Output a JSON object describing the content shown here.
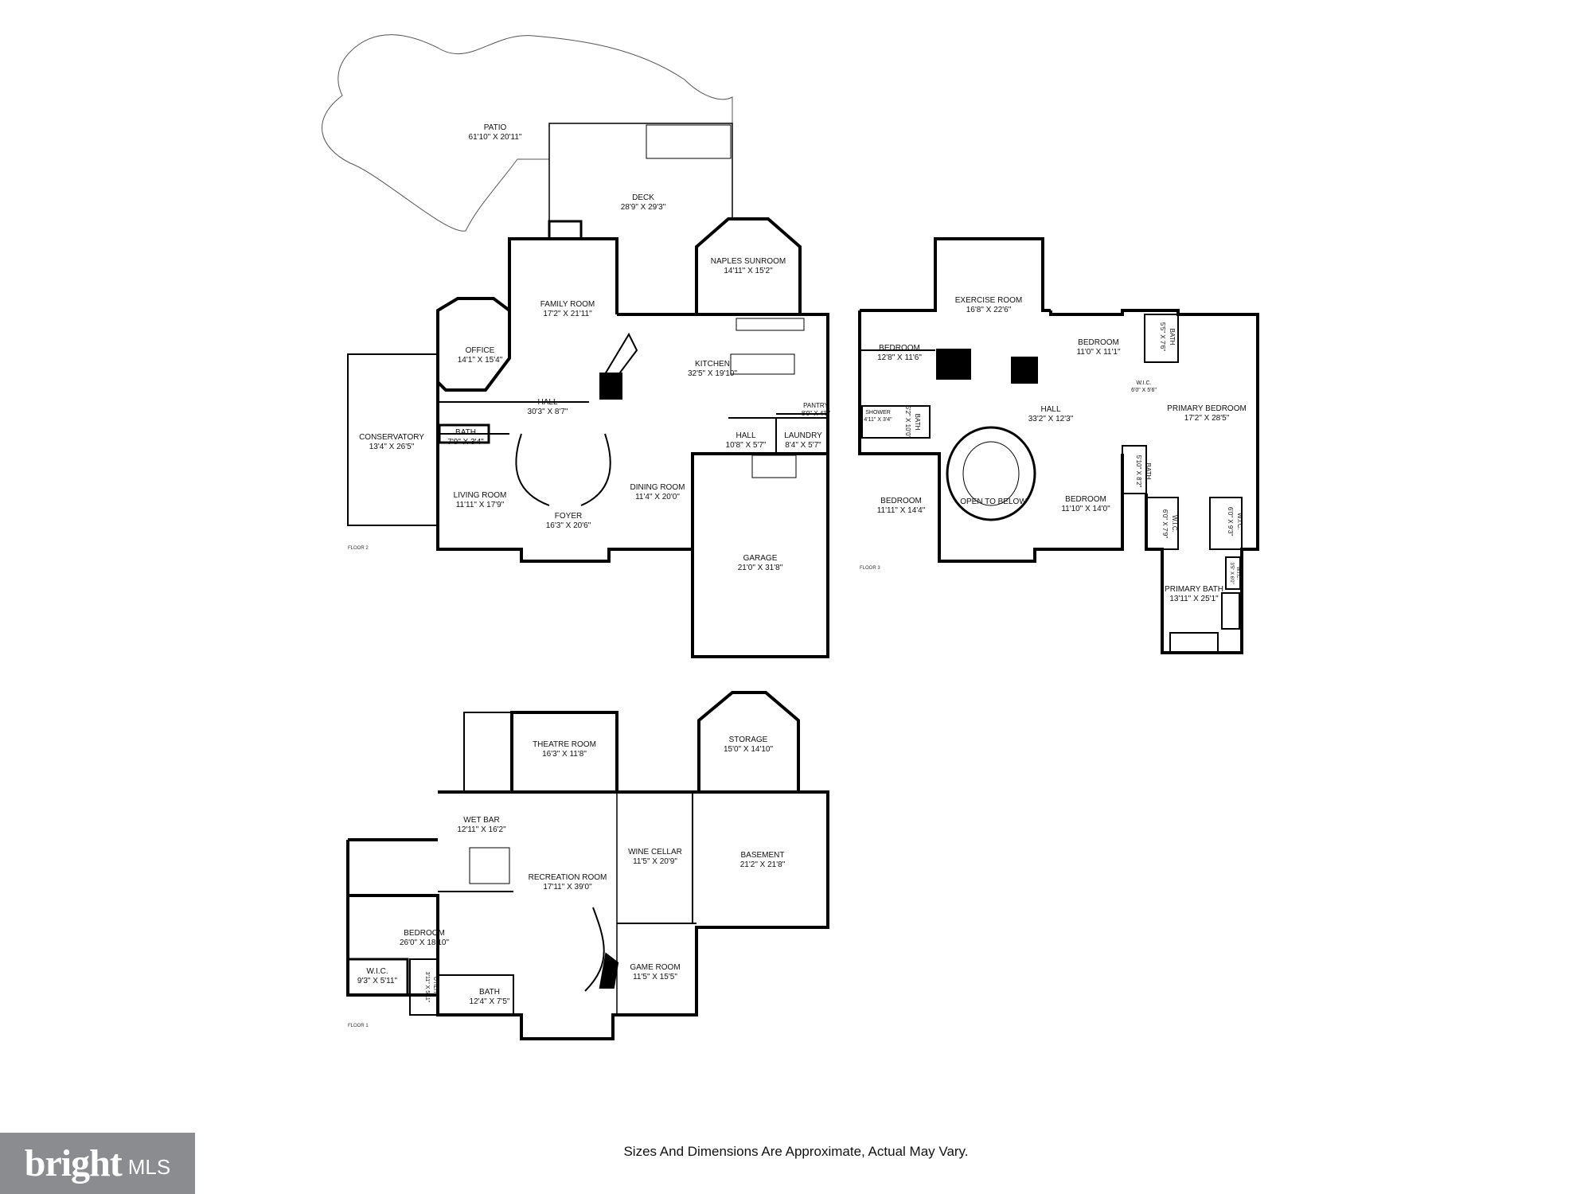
{
  "disclaimer": "Sizes And Dimensions Are Approximate, Actual May Vary.",
  "logo": {
    "word": "bright",
    "suffix": "MLS"
  },
  "floors": {
    "floor2": {
      "label": "FLOOR 2",
      "rooms": [
        {
          "name": "PATIO",
          "dim": "61'10\" X 20'11\""
        },
        {
          "name": "DECK",
          "dim": "28'9\" X 29'3\""
        },
        {
          "name": "NAPLES SUNROOM",
          "dim": "14'11\" X 15'2\""
        },
        {
          "name": "FAMILY ROOM",
          "dim": "17'2\" X 21'11\""
        },
        {
          "name": "OFFICE",
          "dim": "14'1\" X 15'4\""
        },
        {
          "name": "KITCHEN",
          "dim": "32'5\" X 19'10\""
        },
        {
          "name": "HALL",
          "dim": "30'3\" X 8'7\""
        },
        {
          "name": "PANTRY",
          "dim": "8'9\" X 4'5\""
        },
        {
          "name": "CONSERVATORY",
          "dim": "13'4\" X 26'5\""
        },
        {
          "name": "BATH",
          "dim": "7'9\" X 3'4\""
        },
        {
          "name": "HALL",
          "dim": "10'8\" X 5'7\""
        },
        {
          "name": "LAUNDRY",
          "dim": "8'4\" X 5'7\""
        },
        {
          "name": "LIVING ROOM",
          "dim": "11'11\" X 17'9\""
        },
        {
          "name": "DINING ROOM",
          "dim": "11'4\" X 20'0\""
        },
        {
          "name": "FOYER",
          "dim": "16'3\" X 20'6\""
        },
        {
          "name": "GARAGE",
          "dim": "21'0\" X 31'8\""
        }
      ]
    },
    "floor3": {
      "label": "FLOOR 3",
      "rooms": [
        {
          "name": "EXERCISE ROOM",
          "dim": "16'8\" X 22'6\""
        },
        {
          "name": "BEDROOM",
          "dim": "12'8\" X 11'6\""
        },
        {
          "name": "BEDROOM",
          "dim": "11'0\" X 11'1\""
        },
        {
          "name": "BATH",
          "dim": "5'5\" X 7'6\""
        },
        {
          "name": "W.I.C.",
          "dim": "6'0\" X 5'6\""
        },
        {
          "name": "PRIMARY BEDROOM",
          "dim": "17'2\" X 28'5\""
        },
        {
          "name": "SHOWER",
          "dim": "4'11\" X 3'4\""
        },
        {
          "name": "BATH",
          "dim": "5'2\" X 10'0\""
        },
        {
          "name": "HALL",
          "dim": "33'2\" X 12'3\""
        },
        {
          "name": "BATH",
          "dim": "5'10\" X 8'2\""
        },
        {
          "name": "BEDROOM",
          "dim": "11'11\" X 14'4\""
        },
        {
          "name": "OPEN TO BELOW",
          "dim": ""
        },
        {
          "name": "BEDROOM",
          "dim": "11'10\" X 14'0\""
        },
        {
          "name": "W.I.C.",
          "dim": "6'0\" X 7'9\""
        },
        {
          "name": "W.I.C.",
          "dim": "6'0\" X 9'3\""
        },
        {
          "name": "W.I.C.",
          "dim": "3'5\" X 6'0\""
        },
        {
          "name": "PRIMARY BATH",
          "dim": "13'11\" X 25'1\""
        }
      ]
    },
    "floor1": {
      "label": "FLOOR 1",
      "rooms": [
        {
          "name": "THEATRE ROOM",
          "dim": "16'3\" X 11'8\""
        },
        {
          "name": "STORAGE",
          "dim": "15'0\" X 14'10\""
        },
        {
          "name": "WET BAR",
          "dim": "12'11\" X 16'2\""
        },
        {
          "name": "WINE CELLAR",
          "dim": "11'5\" X 20'9\""
        },
        {
          "name": "BASEMENT",
          "dim": "21'2\" X 21'8\""
        },
        {
          "name": "RECREATION ROOM",
          "dim": "17'11\" X 39'0\""
        },
        {
          "name": "BEDROOM",
          "dim": "26'0\" X 18'10\""
        },
        {
          "name": "GAME ROOM",
          "dim": "11'5\" X 15'5\""
        },
        {
          "name": "W.I.C.",
          "dim": "9'3\" X 5'11\""
        },
        {
          "name": "UTILITY",
          "dim": "3'11\" X 5'11\""
        },
        {
          "name": "BATH",
          "dim": "12'4\" X 7'5\""
        }
      ]
    }
  }
}
